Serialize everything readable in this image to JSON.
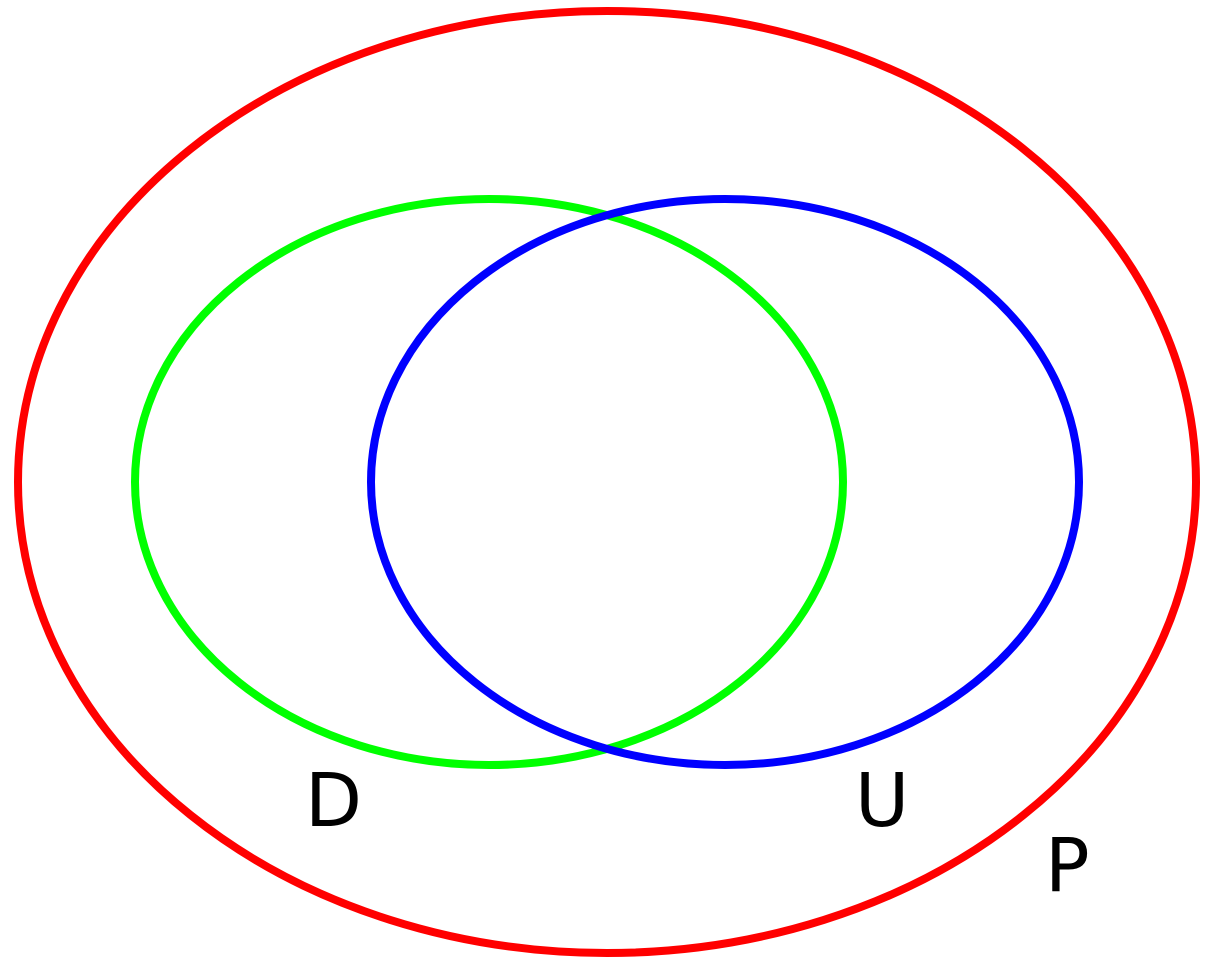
{
  "diagram": {
    "sets": [
      {
        "id": "outer",
        "label": "P",
        "color": "#ff0000"
      },
      {
        "id": "left",
        "label": "D",
        "color": "#00ff00"
      },
      {
        "id": "right",
        "label": "U",
        "color": "#0000ff"
      }
    ]
  }
}
